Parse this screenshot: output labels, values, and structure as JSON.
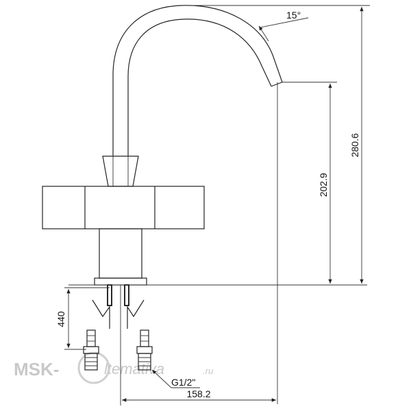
{
  "dimensions": {
    "spout_angle": "15°",
    "spout_height": "202.9",
    "total_height": "280.6",
    "hose_length": "440",
    "reach": "158.2",
    "thread": "G1/2\""
  },
  "watermark": {
    "left": "MSK-",
    "right": "ltemativa",
    "suffix": ".ru"
  },
  "colors": {
    "line": "#222222",
    "watermark": "#c8c8c8"
  }
}
